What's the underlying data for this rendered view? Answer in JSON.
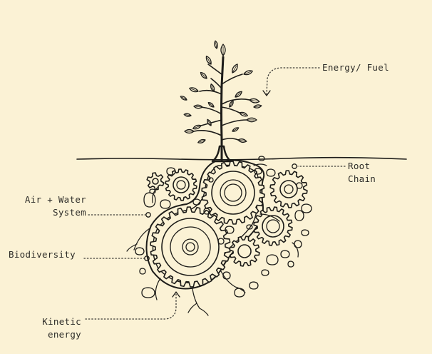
{
  "labels": {
    "energy_fuel": "Energy/ Fuel",
    "root_chain_line1": "Root",
    "root_chain_line2": "Chain",
    "air_water_line1": "Air + Water",
    "air_water_line2": "System",
    "biodiversity": "Biodiversity",
    "kinetic_line1": "Kinetic",
    "kinetic_line2": "energy"
  },
  "colors": {
    "background": "#fbf2d5",
    "ink": "#1d1c19",
    "text": "#2d2c28"
  }
}
